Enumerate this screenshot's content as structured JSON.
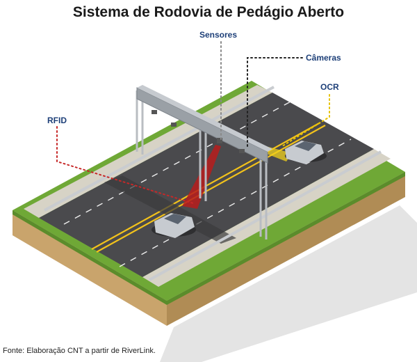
{
  "title": "Sistema de Rodovia de Pedágio Aberto",
  "labels": {
    "sensores": "Sensores",
    "cameras": "Câmeras",
    "ocr": "OCR",
    "rfid": "RFID"
  },
  "source": "Fonte: Elaboração CNT a partir de RiverLink.",
  "colors": {
    "label_text": "#1d3f78",
    "asphalt": "#4a4a4d",
    "grass": "#6fa836",
    "soil": "#c9a46c",
    "lane_divider": "#f2c21b",
    "rfid_beam": "#b71c1c",
    "ocr_beam": "#f2d21b",
    "leader_red": "#c62828",
    "leader_gray": "#8a8a8a",
    "leader_black": "#222222",
    "leader_yellow": "#e6c200"
  }
}
